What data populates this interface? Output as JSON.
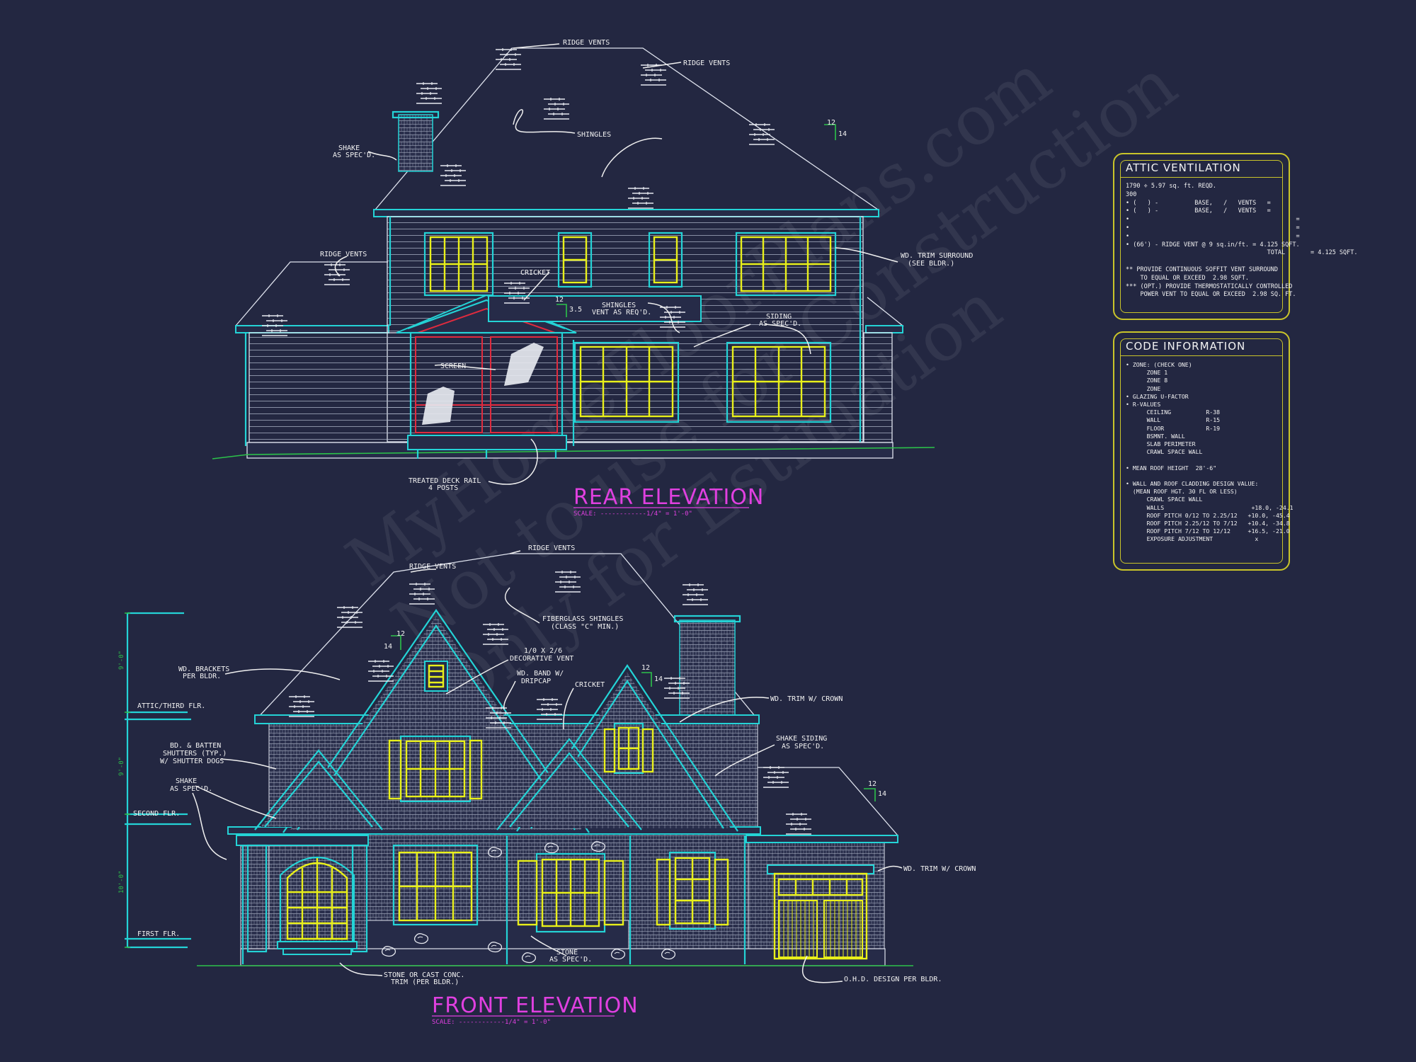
{
  "watermark": {
    "line1": "MyHomeFloorPlans.com",
    "line2": "Not to use for Construction",
    "line3": "Only for Estimation"
  },
  "rear": {
    "title": "REAR ELEVATION",
    "scale": "SCALE: ------------1/4\" = 1'-0\"",
    "labels": {
      "ridge_vents_1": "RIDGE VENTS",
      "ridge_vents_2": "RIDGE VENTS",
      "ridge_vents_3": "RIDGE VENTS",
      "shake_1": "SHAKE",
      "shake_2": "AS SPEC'D.",
      "shingles": "SHINGLES",
      "cricket": "CRICKET",
      "shingles_vent_1": "SHINGLES",
      "shingles_vent_2": "VENT AS REQ'D.",
      "trim_1": "WD. TRIM SURROUND",
      "trim_2": "(SEE BLDR.)",
      "siding_1": "SIDING",
      "siding_2": "AS SPEC'D.",
      "screen": "SCREEN",
      "deck_1": "TREATED DECK RAIL",
      "deck_2": "4 POSTS"
    },
    "pitch_main": {
      "rise": "12",
      "run": "14"
    },
    "pitch_cricket": {
      "rise": "12",
      "run": "3.5"
    }
  },
  "front": {
    "title": "FRONT ELEVATION",
    "scale": "SCALE: ------------1/4\" = 1'-0\"",
    "labels": {
      "ridge_vents_1": "RIDGE VENTS",
      "ridge_vents_2": "RIDGE VENTS",
      "fiberglass_1": "FIBERGLASS SHINGLES",
      "fiberglass_2": "(CLASS \"C\" MIN.)",
      "vent_1": "1/0 X 2/6",
      "vent_2": "DECORATIVE VENT",
      "band_1": "WD. BAND W/",
      "band_2": "DRIPCAP",
      "cricket": "CRICKET",
      "brackets_1": "WD. BRACKETS",
      "brackets_2": "PER BLDR.",
      "trim_crown_1": "WD. TRIM W/ CROWN",
      "trim_crown_2": "WD. TRIM W/ CROWN",
      "shutters_1": "BD. & BATTEN",
      "shutters_2": "SHUTTERS (TYP.)",
      "shutters_3": "W/ SHUTTER DOGS",
      "shake_1": "SHAKE",
      "shake_2": "AS SPEC'D.",
      "shake_siding_1": "SHAKE SIDING",
      "shake_siding_2": "AS SPEC'D.",
      "stone_1": "STONE",
      "stone_2": "AS SPEC'D.",
      "trim_conc_1": "STONE OR CAST CONC.",
      "trim_conc_2": "TRIM (PER BLDR.)",
      "ohd": "O.H.D. DESIGN PER BLDR."
    },
    "levels": {
      "attic": "ATTIC/THIRD FLR.",
      "second": "SECOND FLR.",
      "first": "FIRST FLR."
    },
    "dims": {
      "upper": "9'-0\"",
      "mid": "9'-0\"",
      "lower": "10'-0\""
    },
    "pitch_left": {
      "rise": "12",
      "run": "14"
    },
    "pitch_mid": {
      "rise": "12",
      "run": "14"
    },
    "pitch_right": {
      "rise": "12",
      "run": "14"
    }
  },
  "attic_panel": {
    "title": "ATTIC VENTILATION",
    "lines": "1790 ÷ 5.97 sq. ft. REQD.\n300\n• (   ) -          BASE,   /   VENTS   =\n• (   ) -          BASE,   /   VENTS   =\n•                                              =\n•                                              =\n•                                              =\n• (66') - RIDGE VENT @ 9 sq.in/ft. = 4.125 SQFT.\n                                       TOTAL       = 4.125 SQFT.\n\n** PROVIDE CONTINUOUS SOFFIT VENT SURROUND\n    TO EQUAL OR EXCEED  2.98 SQFT.\n*** (OPT.) PROVIDE THERMOSTATICALLY CONTROLLED\n    POWER VENT TO EQUAL OR EXCEED  2.98 SQ. FT."
  },
  "code_panel": {
    "title": "CODE INFORMATION",
    "lines": "• ZONE: (CHECK ONE)\n      ZONE 1\n      ZONE 8\n      ZONE\n• GLAZING U-FACTOR\n• R-VALUES\n      CEILING          R-38\n      WALL             R-15\n      FLOOR            R-19\n      BSMNT. WALL\n      SLAB PERIMETER\n      CRAWL SPACE WALL\n\n• MEAN ROOF HEIGHT  28'-6\"\n\n• WALL AND ROOF CLADDING DESIGN VALUE:\n  (MEAN ROOF HGT. 30 FL OR LESS)\n      CRAWL SPACE WALL\n      WALLS                         +18.0, -24.1\n      ROOF PITCH 0/12 TO 2.25/12   +10.0, -45.4\n      ROOF PITCH 2.25/12 TO 7/12   +10.4, -34.8\n      ROOF PITCH 7/12 TO 12/12     +16.5, -21.0\n      EXPOSURE ADJUSTMENT            x"
  },
  "colors": {
    "background": "#232741",
    "linework": "#dfe3ee",
    "trim": "#24d3d6",
    "windows": "#e9f01a",
    "title": "#e040e0",
    "ground": "#2cc24a",
    "panel_border": "#c9c42a"
  }
}
